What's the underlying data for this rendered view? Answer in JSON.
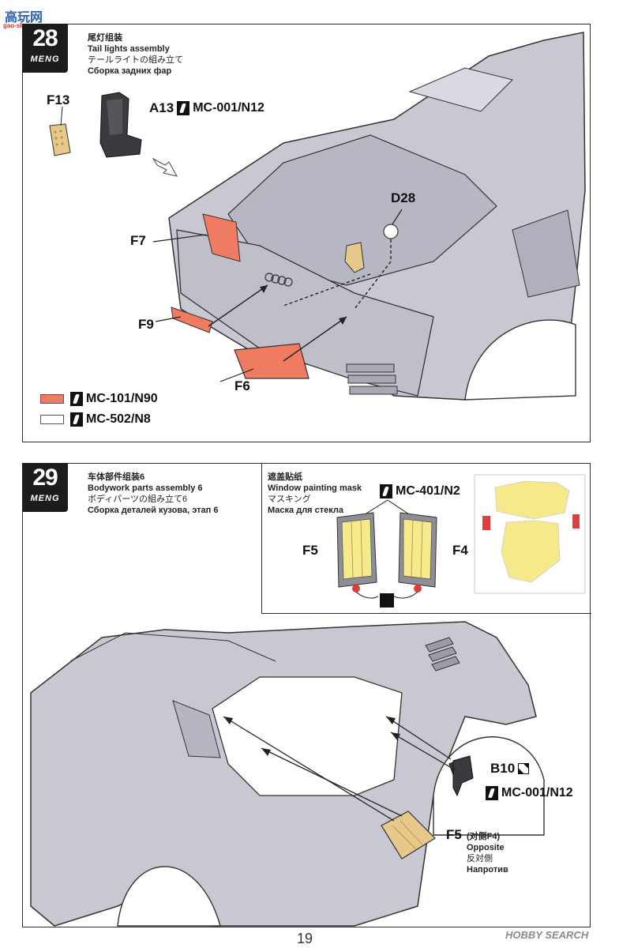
{
  "watermark_top": {
    "cn": "高玩网",
    "url": "gao-shou.com"
  },
  "step28": {
    "number": "28",
    "brand": "MENG",
    "title_cn": "尾灯组装",
    "title_en": "Tail lights assembly",
    "title_jp": "テールライトの組み立て",
    "title_ru": "Сборка задних фар",
    "parts": {
      "f13": "F13",
      "a13": "A13",
      "d28": "D28",
      "f7": "F7",
      "f9": "F9",
      "f6": "F6"
    },
    "paint_a13": "MC-001/N12",
    "legend": [
      {
        "color": "#ef7b62",
        "code": "MC-101/N90"
      },
      {
        "color": "#ffffff",
        "code": "MC-502/N8"
      }
    ]
  },
  "step29": {
    "number": "29",
    "brand": "MENG",
    "title_cn": "车体部件组装6",
    "title_en": "Bodywork parts assembly 6",
    "title_jp": "ボディパーツの組み立て6",
    "title_ru": "Сборка деталей кузова, этап 6",
    "mask": {
      "title_cn": "遮盖贴纸",
      "title_en": "Window painting mask",
      "title_jp": "マスキング",
      "title_ru": "Маска для стекла",
      "paint": "MC-401/N2",
      "left": "F5",
      "right": "F4"
    },
    "parts": {
      "b10": "B10",
      "f5": "F5"
    },
    "paint_b10": "MC-001/N12",
    "f5_note_cn": "(对侧F4)",
    "f5_note_en": "Opposite",
    "f5_note_jp": "反対側",
    "f5_note_ru": "Напротив"
  },
  "page_number": "19",
  "watermark_bottom": "HOBBY SEARCH",
  "colors": {
    "body_gray": "#c8c8d2",
    "accent_red": "#ef7b62",
    "mask_yellow": "#f5e98a",
    "part_tan": "#e6c98a"
  }
}
